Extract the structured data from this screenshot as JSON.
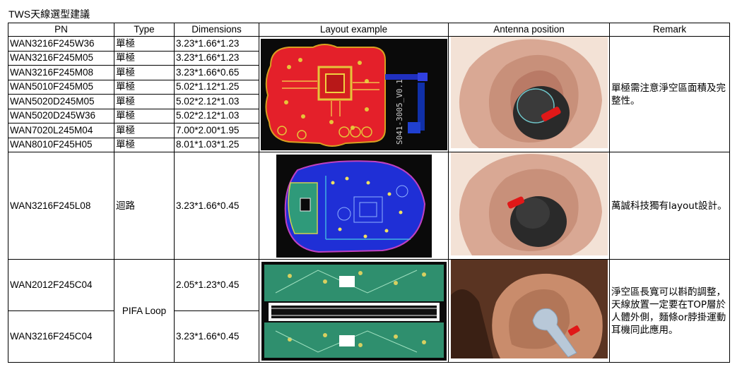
{
  "title": "TWS天線選型建議",
  "headers": [
    "PN",
    "Type",
    "Dimensions",
    "Layout example",
    "Antenna position",
    "Remark"
  ],
  "group1": {
    "rows": [
      {
        "pn": "WAN3216F245W36",
        "type": "單極",
        "dim": "3.23*1.66*1.23"
      },
      {
        "pn": "WAN3216F245M05",
        "type": "單極",
        "dim": "3.23*1.66*1.23"
      },
      {
        "pn": "WAN3216F245M08",
        "type": "單極",
        "dim": "3.23*1.66*0.65"
      },
      {
        "pn": "WAN5010F245M05",
        "type": "單極",
        "dim": "5.02*1.12*1.25"
      },
      {
        "pn": "WAN5020D245M05",
        "type": "單極",
        "dim": "5.02*2.12*1.03"
      },
      {
        "pn": "WAN5020D245W36",
        "type": "單極",
        "dim": "5.02*2.12*1.03"
      },
      {
        "pn": "WAN7020L245M04",
        "type": "單極",
        "dim": "7.00*2.00*1.95"
      },
      {
        "pn": "WAN8010F245H05",
        "type": "單極",
        "dim": "8.01*1.03*1.25"
      }
    ],
    "remark": "單極需注意淨空區面積及完整性。",
    "pcb_text": "S041-3005_V0.1"
  },
  "group2": {
    "pn": "WAN3216F245L08",
    "type": "迴路",
    "dim": "3.23*1.66*0.45",
    "remark": "萬誠科技獨有layout設計。"
  },
  "group3": {
    "rows": [
      {
        "pn": "WAN2012F245C04",
        "dim": "2.05*1.23*0.45"
      },
      {
        "pn": "WAN3216F245C04",
        "dim": "3.23*1.66*0.45"
      }
    ],
    "type": "PIFA Loop",
    "remark": "淨空區長寬可以斟酌調整，天線放置一定要在TOP層於人體外側，麵條or脖掛運動耳機同此應用。"
  },
  "colors": {
    "pcb_red": "#e4202a",
    "pcb_blue": "#1f2fd6",
    "pcb_green": "#2f9a7a",
    "antenna_marker": "#e01818",
    "earbud_body": "#2a2a2a"
  }
}
